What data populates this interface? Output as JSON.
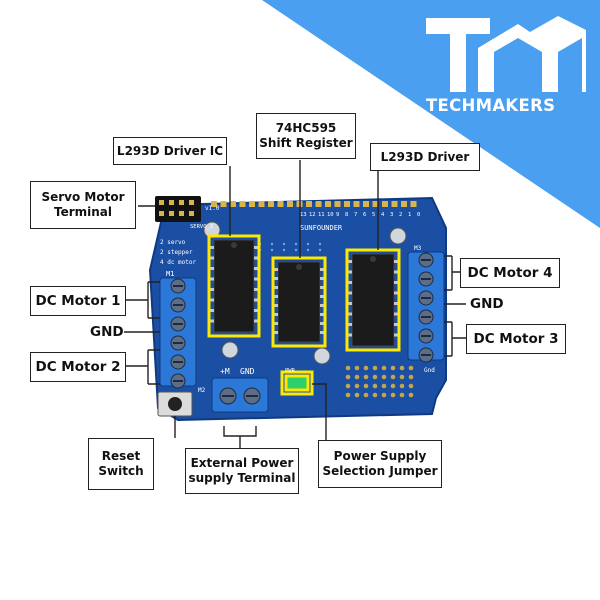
{
  "brand": {
    "name": "TECHMAKERS",
    "logo_letters": "TM",
    "banner_color": "#4a9ff0"
  },
  "board": {
    "silkscreen_brand": "SUNFOUNDER",
    "version": "v1.0",
    "header_labels": {
      "servo": "SERVO_2",
      "m1": "M1",
      "m2": "M2",
      "m3": "M3",
      "gnd_side": "Gnd",
      "ext_power_plus": "+M",
      "ext_power_gnd": "GND",
      "pwr_jumper": "PWR",
      "side_notes": [
        "2 servo",
        "2 stepper",
        "4 dc motor"
      ],
      "pin_numbers": [
        "13",
        "12",
        "11",
        "10",
        "9",
        "8",
        "7",
        "6",
        "5",
        "4",
        "3",
        "2",
        "1",
        "0"
      ]
    },
    "colors": {
      "pcb": "#1a4fa3",
      "terminal": "#2b78d8",
      "highlight": "#ffe800",
      "jumper": "#2fcf6b"
    }
  },
  "labels": {
    "l293d_ic": "L293D Driver IC",
    "shift_register_line1": "74HC595",
    "shift_register_line2": "Shift Register",
    "l293d_driver": "L293D Driver",
    "servo_line1": "Servo Motor",
    "servo_line2": "Terminal",
    "dc_motor_1": "DC Motor 1",
    "dc_motor_2": "DC Motor 2",
    "dc_motor_3": "DC Motor 3",
    "dc_motor_4": "DC Motor 4",
    "gnd_left": "GND",
    "gnd_right": "GND",
    "reset_line1": "Reset",
    "reset_line2": "Switch",
    "ext_power_line1": "External Power",
    "ext_power_line2": "supply Terminal",
    "psu_jumper_line1": "Power Supply",
    "psu_jumper_line2": "Selection Jumper"
  }
}
